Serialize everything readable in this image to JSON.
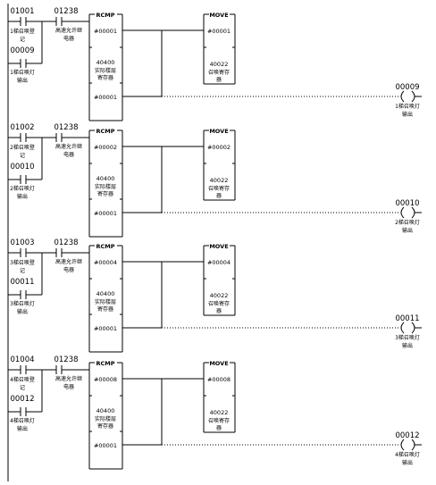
{
  "rungs": [
    {
      "contact_a": {
        "address": "01001",
        "label": [
          "1梯召唤登",
          "记"
        ]
      },
      "contact_b": {
        "address": "01238",
        "label": [
          "高速允许继",
          "电器"
        ]
      },
      "contact_parallel": {
        "address": "00009",
        "label": [
          "1梯召唤灯",
          "输出"
        ]
      },
      "rcmp": {
        "title": "RCMP",
        "source": "#00001",
        "register": "40400",
        "register_label": [
          "实际楼层",
          "寄存器"
        ],
        "result": "#00001"
      },
      "move": {
        "title": "MOVE",
        "source": "#00001",
        "dest": "40022",
        "dest_label": [
          "召唤寄存",
          "器"
        ]
      },
      "coil": {
        "address": "00009",
        "label": [
          "1梯召唤灯",
          "输出"
        ]
      }
    },
    {
      "contact_a": {
        "address": "01002",
        "label": [
          "2梯召唤登",
          "记"
        ]
      },
      "contact_b": {
        "address": "01238",
        "label": [
          "高速允许继",
          "电器"
        ]
      },
      "contact_parallel": {
        "address": "00010",
        "label": [
          "2梯召唤灯",
          "输出"
        ]
      },
      "rcmp": {
        "title": "RCMP",
        "source": "#00002",
        "register": "40400",
        "register_label": [
          "实际楼层",
          "寄存器"
        ],
        "result": "#00001"
      },
      "move": {
        "title": "MOVE",
        "source": "#00002",
        "dest": "40022",
        "dest_label": [
          "召唤寄存",
          "器"
        ]
      },
      "coil": {
        "address": "00010",
        "label": [
          "2梯召唤灯",
          "输出"
        ]
      }
    },
    {
      "contact_a": {
        "address": "01003",
        "label": [
          "3梯召唤登",
          "记"
        ]
      },
      "contact_b": {
        "address": "01238",
        "label": [
          "高速允许继",
          "电器"
        ]
      },
      "contact_parallel": {
        "address": "00011",
        "label": [
          "3梯召唤灯",
          "输出"
        ]
      },
      "rcmp": {
        "title": "RCMP",
        "source": "#00004",
        "register": "40400",
        "register_label": [
          "实际楼层",
          "寄存器"
        ],
        "result": "#00001"
      },
      "move": {
        "title": "MOVE",
        "source": "#00004",
        "dest": "40022",
        "dest_label": [
          "召唤寄存",
          "器"
        ]
      },
      "coil": {
        "address": "00011",
        "label": [
          "3梯召唤灯",
          "输出"
        ]
      }
    },
    {
      "contact_a": {
        "address": "01004",
        "label": [
          "4梯召唤登",
          "记"
        ]
      },
      "contact_b": {
        "address": "01238",
        "label": [
          "高速允许继",
          "电器"
        ]
      },
      "contact_parallel": {
        "address": "00012",
        "label": [
          "4梯召唤灯",
          "输出"
        ]
      },
      "rcmp": {
        "title": "RCMP",
        "source": "#00008",
        "register": "40400",
        "register_label": [
          "实际楼层",
          "寄存器"
        ],
        "result": "#00001"
      },
      "move": {
        "title": "MOVE",
        "source": "#00008",
        "dest": "40022",
        "dest_label": [
          "召唤寄存",
          "器"
        ]
      },
      "coil": {
        "address": "00012",
        "label": [
          "4梯召唤灯",
          "输出"
        ]
      }
    }
  ]
}
